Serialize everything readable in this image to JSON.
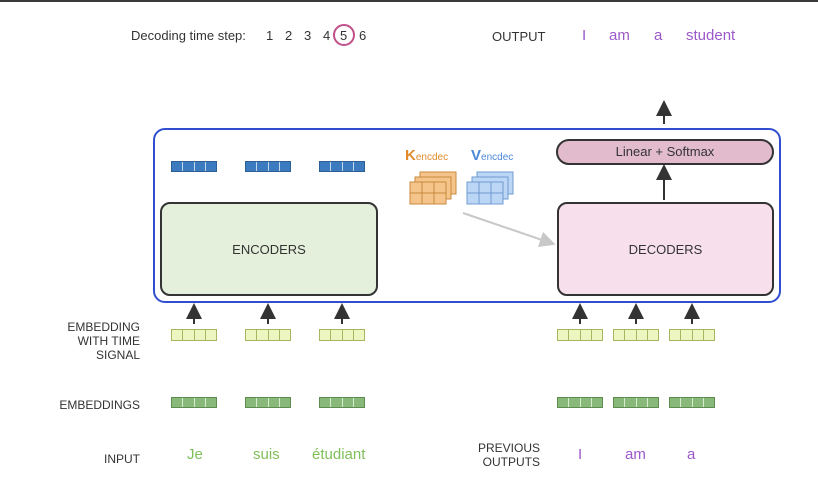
{
  "header": {
    "decoding_label": "Decoding time step:",
    "steps": [
      "1",
      "2",
      "3",
      "4",
      "5",
      "6"
    ],
    "current_step": "5",
    "output_label": "OUTPUT",
    "output_words": [
      "I",
      "am",
      "a",
      "student"
    ]
  },
  "blocks": {
    "encoders": "ENCODERS",
    "decoders": "DECODERS",
    "linear_softmax": "Linear + Softmax",
    "k_letter": "K",
    "k_sub": "encdec",
    "v_letter": "V",
    "v_sub": "encdec"
  },
  "row_labels": {
    "embedding_time_1": "EMBEDDING",
    "embedding_time_2": "WITH TIME",
    "embedding_time_3": "SIGNAL",
    "embeddings": "EMBEDDINGS",
    "input": "INPUT",
    "previous_1": "PREVIOUS",
    "previous_2": "OUTPUTS"
  },
  "input_words": [
    "Je",
    "suis",
    "étudiant"
  ],
  "previous_outputs": [
    "I",
    "am",
    "a"
  ],
  "colors": {
    "frame": "#2f4fd0",
    "encoder_fill": "#e4f0dc",
    "decoder_fill": "#f7e0ec",
    "linear_fill": "#e2bccd",
    "highlight_circle": "#c0508a",
    "output_text": "#9b59c9",
    "input_text": "#7fbf5a",
    "k_color": "#e08a2c",
    "v_color": "#4a86d8"
  }
}
